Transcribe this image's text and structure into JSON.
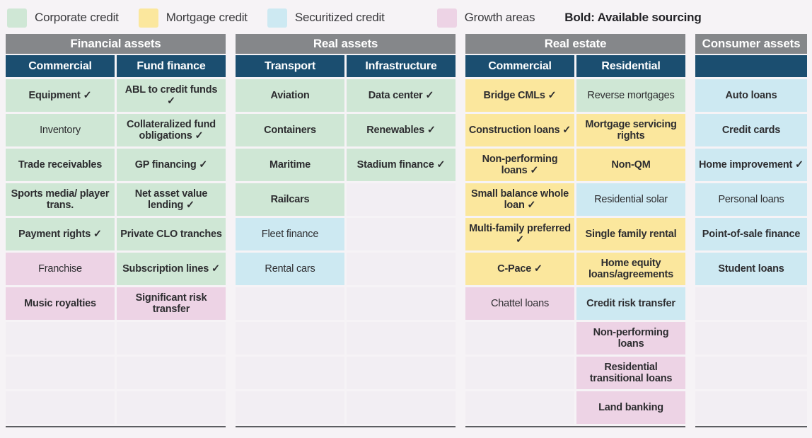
{
  "legend": {
    "items": [
      {
        "label": "Corporate credit",
        "type": "green",
        "color": "#cfe7d5"
      },
      {
        "label": "Mortgage credit",
        "type": "yellow",
        "color": "#fbe79d"
      },
      {
        "label": "Securitized credit",
        "type": "blue",
        "color": "#cde9f2"
      },
      {
        "label": "Growth areas",
        "type": "pink",
        "color": "#edd3e5"
      }
    ],
    "bold_note": "Bold: Available sourcing"
  },
  "colors": {
    "group_header_bg": "#85878a",
    "column_header_bg": "#1b4e70",
    "header_text": "#ffffff",
    "cell_text": "#2d2d30",
    "empty_cell_bg": "#f2eef3",
    "page_bg": "#f6f3f6",
    "underline": "#5d5e62"
  },
  "groups": [
    {
      "title": "Financial assets",
      "columns": [
        "Commercial",
        "Fund finance"
      ],
      "rows": [
        [
          {
            "text": "Equipment ✓",
            "type": "green",
            "bold": true
          },
          {
            "text": "ABL to credit funds ✓",
            "type": "green",
            "bold": true
          }
        ],
        [
          {
            "text": "Inventory",
            "type": "green",
            "bold": false
          },
          {
            "text": "Collateralized fund obligations ✓",
            "type": "green",
            "bold": true
          }
        ],
        [
          {
            "text": "Trade receivables",
            "type": "green",
            "bold": true
          },
          {
            "text": "GP financing ✓",
            "type": "green",
            "bold": true
          }
        ],
        [
          {
            "text": "Sports media/ player trans.",
            "type": "green",
            "bold": true
          },
          {
            "text": "Net asset value lending ✓",
            "type": "green",
            "bold": true
          }
        ],
        [
          {
            "text": "Payment rights ✓",
            "type": "green",
            "bold": true
          },
          {
            "text": "Private CLO tranches",
            "type": "green",
            "bold": true
          }
        ],
        [
          {
            "text": "Franchise",
            "type": "pink",
            "bold": false
          },
          {
            "text": "Subscription lines ✓",
            "type": "green",
            "bold": true
          }
        ],
        [
          {
            "text": "Music royalties",
            "type": "pink",
            "bold": true
          },
          {
            "text": "Significant risk transfer",
            "type": "pink",
            "bold": true
          }
        ],
        [
          {
            "text": "",
            "type": "empty",
            "bold": false
          },
          {
            "text": "",
            "type": "empty",
            "bold": false
          }
        ],
        [
          {
            "text": "",
            "type": "empty",
            "bold": false
          },
          {
            "text": "",
            "type": "empty",
            "bold": false
          }
        ],
        [
          {
            "text": "",
            "type": "empty",
            "bold": false
          },
          {
            "text": "",
            "type": "empty",
            "bold": false
          }
        ]
      ]
    },
    {
      "title": "Real assets",
      "columns": [
        "Transport",
        "Infrastructure"
      ],
      "rows": [
        [
          {
            "text": "Aviation",
            "type": "green",
            "bold": true
          },
          {
            "text": "Data center ✓",
            "type": "green",
            "bold": true
          }
        ],
        [
          {
            "text": "Containers",
            "type": "green",
            "bold": true
          },
          {
            "text": "Renewables ✓",
            "type": "green",
            "bold": true
          }
        ],
        [
          {
            "text": "Maritime",
            "type": "green",
            "bold": true
          },
          {
            "text": "Stadium finance ✓",
            "type": "green",
            "bold": true
          }
        ],
        [
          {
            "text": "Railcars",
            "type": "green",
            "bold": true
          },
          {
            "text": "",
            "type": "empty",
            "bold": false
          }
        ],
        [
          {
            "text": "Fleet finance",
            "type": "blue",
            "bold": false
          },
          {
            "text": "",
            "type": "empty",
            "bold": false
          }
        ],
        [
          {
            "text": "Rental cars",
            "type": "blue",
            "bold": false
          },
          {
            "text": "",
            "type": "empty",
            "bold": false
          }
        ],
        [
          {
            "text": "",
            "type": "empty",
            "bold": false
          },
          {
            "text": "",
            "type": "empty",
            "bold": false
          }
        ],
        [
          {
            "text": "",
            "type": "empty",
            "bold": false
          },
          {
            "text": "",
            "type": "empty",
            "bold": false
          }
        ],
        [
          {
            "text": "",
            "type": "empty",
            "bold": false
          },
          {
            "text": "",
            "type": "empty",
            "bold": false
          }
        ],
        [
          {
            "text": "",
            "type": "empty",
            "bold": false
          },
          {
            "text": "",
            "type": "empty",
            "bold": false
          }
        ]
      ]
    },
    {
      "title": "Real estate",
      "columns": [
        "Commercial",
        "Residential"
      ],
      "rows": [
        [
          {
            "text": "Bridge CMLs ✓",
            "type": "yellow",
            "bold": true
          },
          {
            "text": "Reverse mortgages",
            "type": "green",
            "bold": false
          }
        ],
        [
          {
            "text": "Construction loans ✓",
            "type": "yellow",
            "bold": true
          },
          {
            "text": "Mortgage servicing rights",
            "type": "yellow",
            "bold": true
          }
        ],
        [
          {
            "text": "Non-performing loans ✓",
            "type": "yellow",
            "bold": true
          },
          {
            "text": "Non-QM",
            "type": "yellow",
            "bold": true
          }
        ],
        [
          {
            "text": "Small balance whole loan ✓",
            "type": "yellow",
            "bold": true
          },
          {
            "text": "Residential solar",
            "type": "blue",
            "bold": false
          }
        ],
        [
          {
            "text": "Multi-family preferred ✓",
            "type": "yellow",
            "bold": true
          },
          {
            "text": "Single family rental",
            "type": "yellow",
            "bold": true
          }
        ],
        [
          {
            "text": "C-Pace ✓",
            "type": "yellow",
            "bold": true
          },
          {
            "text": "Home equity loans/agreements",
            "type": "yellow",
            "bold": true
          }
        ],
        [
          {
            "text": "Chattel loans",
            "type": "pink",
            "bold": false
          },
          {
            "text": "Credit risk transfer",
            "type": "blue",
            "bold": true
          }
        ],
        [
          {
            "text": "",
            "type": "empty",
            "bold": false
          },
          {
            "text": "Non-performing loans",
            "type": "pink",
            "bold": true
          }
        ],
        [
          {
            "text": "",
            "type": "empty",
            "bold": false
          },
          {
            "text": "Residential transitional loans",
            "type": "pink",
            "bold": true
          }
        ],
        [
          {
            "text": "",
            "type": "empty",
            "bold": false
          },
          {
            "text": "Land banking",
            "type": "pink",
            "bold": true
          }
        ]
      ]
    },
    {
      "title": "Consumer assets",
      "columns": [
        ""
      ],
      "rows": [
        [
          {
            "text": "Auto loans",
            "type": "blue",
            "bold": true
          }
        ],
        [
          {
            "text": "Credit cards",
            "type": "blue",
            "bold": true
          }
        ],
        [
          {
            "text": "Home improvement ✓",
            "type": "blue",
            "bold": true
          }
        ],
        [
          {
            "text": "Personal loans",
            "type": "blue",
            "bold": false
          }
        ],
        [
          {
            "text": "Point-of-sale finance",
            "type": "blue",
            "bold": true
          }
        ],
        [
          {
            "text": "Student loans",
            "type": "blue",
            "bold": true
          }
        ],
        [
          {
            "text": "",
            "type": "empty",
            "bold": false
          }
        ],
        [
          {
            "text": "",
            "type": "empty",
            "bold": false
          }
        ],
        [
          {
            "text": "",
            "type": "empty",
            "bold": false
          }
        ],
        [
          {
            "text": "",
            "type": "empty",
            "bold": false
          }
        ]
      ]
    }
  ]
}
